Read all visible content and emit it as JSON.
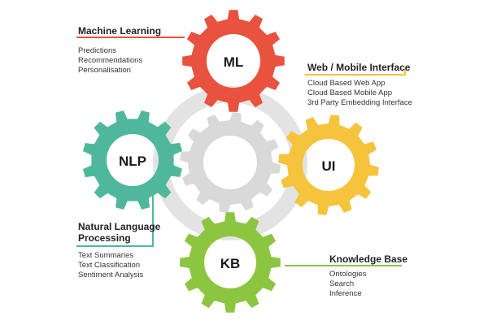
{
  "gears": {
    "ml": {
      "label": "ML",
      "color": "#e8523f"
    },
    "nlp": {
      "label": "NLP",
      "color": "#4fb89c"
    },
    "ui": {
      "label": "UI",
      "color": "#f6c33d"
    },
    "kb": {
      "label": "KB",
      "color": "#8cc540"
    },
    "center": {
      "label": "",
      "color": "#d9d9d9"
    }
  },
  "panels": {
    "ml": {
      "heading": "Machine Learning",
      "items": [
        "Predictions",
        "Recommendations",
        "Personalisation"
      ]
    },
    "ui": {
      "heading": "Web / Mobile Interface",
      "items": [
        "Cloud Based Web App",
        "Cloud Based Mobile App",
        "3rd Party Embedding Interface"
      ]
    },
    "nlp": {
      "heading_line1": "Natural Language",
      "heading_line2": "Processing",
      "items": [
        "Text Summaries",
        "Text Classification",
        "Sentiment Analysis"
      ]
    },
    "kb": {
      "heading": "Knowledge Base",
      "items": [
        "Ontologies",
        "Search",
        "Inference"
      ]
    }
  }
}
